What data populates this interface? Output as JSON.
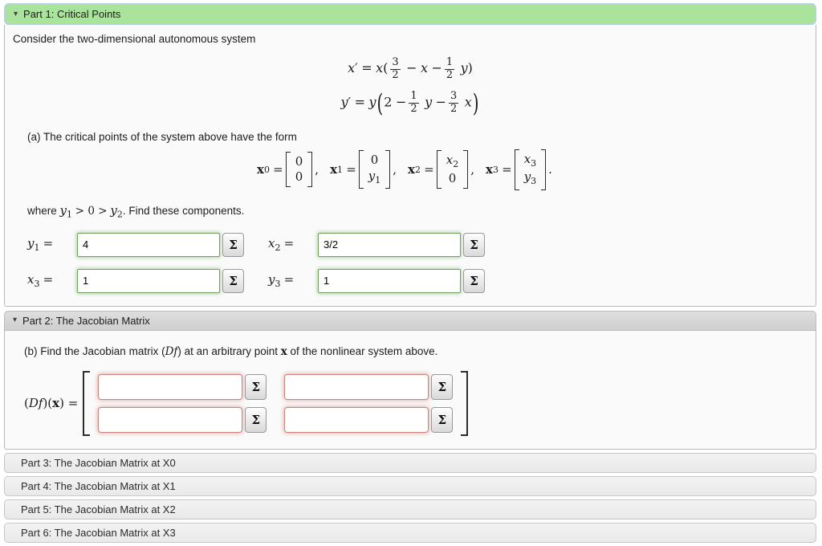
{
  "icons": {
    "triangle_down": "▾"
  },
  "sigma": "Σ",
  "part1": {
    "title": "Part 1: Critical Points",
    "intro": "Consider the two-dimensional autonomous system",
    "eq1": {
      "v1": "x",
      "prime": "′",
      "eq": "=",
      "v2": "x",
      "open": "(",
      "f1n": "3",
      "f1d": "2",
      "m1": "−",
      "v3": "x",
      "m2": "−",
      "f2n": "1",
      "f2d": "2",
      "v4": "y",
      "close": ")"
    },
    "eq2": {
      "v1": "y",
      "prime": "′",
      "eq": "=",
      "v2": "y",
      "open": "(",
      "n1": "2",
      "m1": "−",
      "f1n": "1",
      "f1d": "2",
      "v3": "y",
      "m2": "−",
      "f2n": "3",
      "f2d": "2",
      "v4": "x",
      "close": ")"
    },
    "a_text": "(a) The critical points of the system above have the form",
    "vec_name": "x",
    "vec_eq": "=",
    "vectors": [
      {
        "sub": "0",
        "top_v": "0",
        "top_s": "",
        "bot_v": "0",
        "bot_s": "",
        "punct": ","
      },
      {
        "sub": "1",
        "top_v": "0",
        "top_s": "",
        "bot_v": "y",
        "bot_s": "1",
        "punct": ","
      },
      {
        "sub": "2",
        "top_v": "x",
        "top_s": "2",
        "bot_v": "0",
        "bot_s": "",
        "punct": ","
      },
      {
        "sub": "3",
        "top_v": "x",
        "top_s": "3",
        "bot_v": "y",
        "bot_s": "3",
        "punct": "."
      }
    ],
    "where": {
      "t1": "where",
      "v1": "y",
      "s1": "1",
      "t2": "> 0 >",
      "v2": "y",
      "s2": "2",
      "t3": ". Find these components."
    },
    "answers": [
      {
        "var": "y",
        "sub": "1",
        "eq": "=",
        "value": "4"
      },
      {
        "var": "x",
        "sub": "2",
        "eq": "=",
        "value": "3/2"
      },
      {
        "var": "x",
        "sub": "3",
        "eq": "=",
        "value": "1"
      },
      {
        "var": "y",
        "sub": "3",
        "eq": "=",
        "value": "1"
      }
    ]
  },
  "part2": {
    "title": "Part 2: The Jacobian Matrix",
    "b": {
      "t1": "(b) Find the Jacobian matrix (",
      "df": "Df",
      "t2": ") at an arbitrary point ",
      "x": "x",
      "t3": " of the nonlinear system above."
    },
    "label": {
      "t1": "(",
      "df": "Df",
      "t2": ")(",
      "x": "x",
      "t3": ") ="
    },
    "cells": [
      {
        "value": ""
      },
      {
        "value": ""
      },
      {
        "value": ""
      },
      {
        "value": ""
      }
    ]
  },
  "collapsed_parts": [
    {
      "title": "Part 3: The Jacobian Matrix at X0"
    },
    {
      "title": "Part 4: The Jacobian Matrix at X1"
    },
    {
      "title": "Part 5: The Jacobian Matrix at X2"
    },
    {
      "title": "Part 6: The Jacobian Matrix at X3"
    }
  ]
}
